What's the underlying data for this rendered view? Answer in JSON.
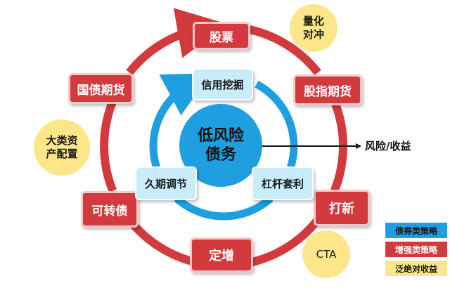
{
  "center": {
    "line1": "低风险",
    "line2": "债务"
  },
  "outer_ring": {
    "items": [
      "股票",
      "股指期货",
      "打新",
      "定增",
      "可转债",
      "国债期货"
    ]
  },
  "inner_ring": {
    "items": [
      "信用挖掘",
      "杠杆套利",
      "久期调节"
    ]
  },
  "yellow_circles": {
    "quant_hedge": {
      "line1": "量化",
      "line2": "对冲"
    },
    "asset_alloc": {
      "line1": "大类资",
      "line2": "产配置"
    },
    "cta": "CTA"
  },
  "output": {
    "label": "风险/收益"
  },
  "legend": {
    "items": [
      {
        "label": "债券类策略",
        "color": "#1f9fe0"
      },
      {
        "label": "增强类策略",
        "color": "#d33a3d"
      },
      {
        "label": "泛绝对收益",
        "color": "#fde68a"
      }
    ]
  },
  "colors": {
    "outer_ring": "#d33a3d",
    "inner_ring": "#1f9fe0",
    "yellow": "#fde68a"
  }
}
